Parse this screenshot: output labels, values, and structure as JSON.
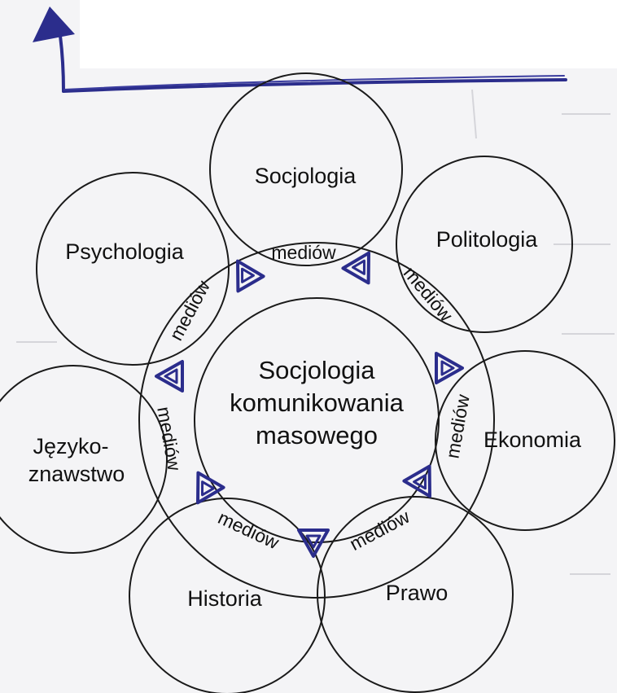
{
  "diagram": {
    "center": {
      "lines": [
        "Socjologia",
        "komunikowania",
        "masowego"
      ]
    },
    "outer": [
      {
        "label": "Socjologia"
      },
      {
        "label": "Politologia"
      },
      {
        "label": "Ekonomia"
      },
      {
        "label": "Prawo"
      },
      {
        "label": "Historia"
      },
      {
        "label": "Języko-",
        "label2": "znawstwo"
      },
      {
        "label": "Psychologia"
      }
    ],
    "band_label": "mediów",
    "colors": {
      "ink": "#1a1a1a",
      "pen": "#2b2d8c",
      "paper": "#f4f4f6",
      "mask": "#ffffff"
    },
    "icons": [
      "up-arrow-icon",
      "triangle-icon"
    ]
  }
}
